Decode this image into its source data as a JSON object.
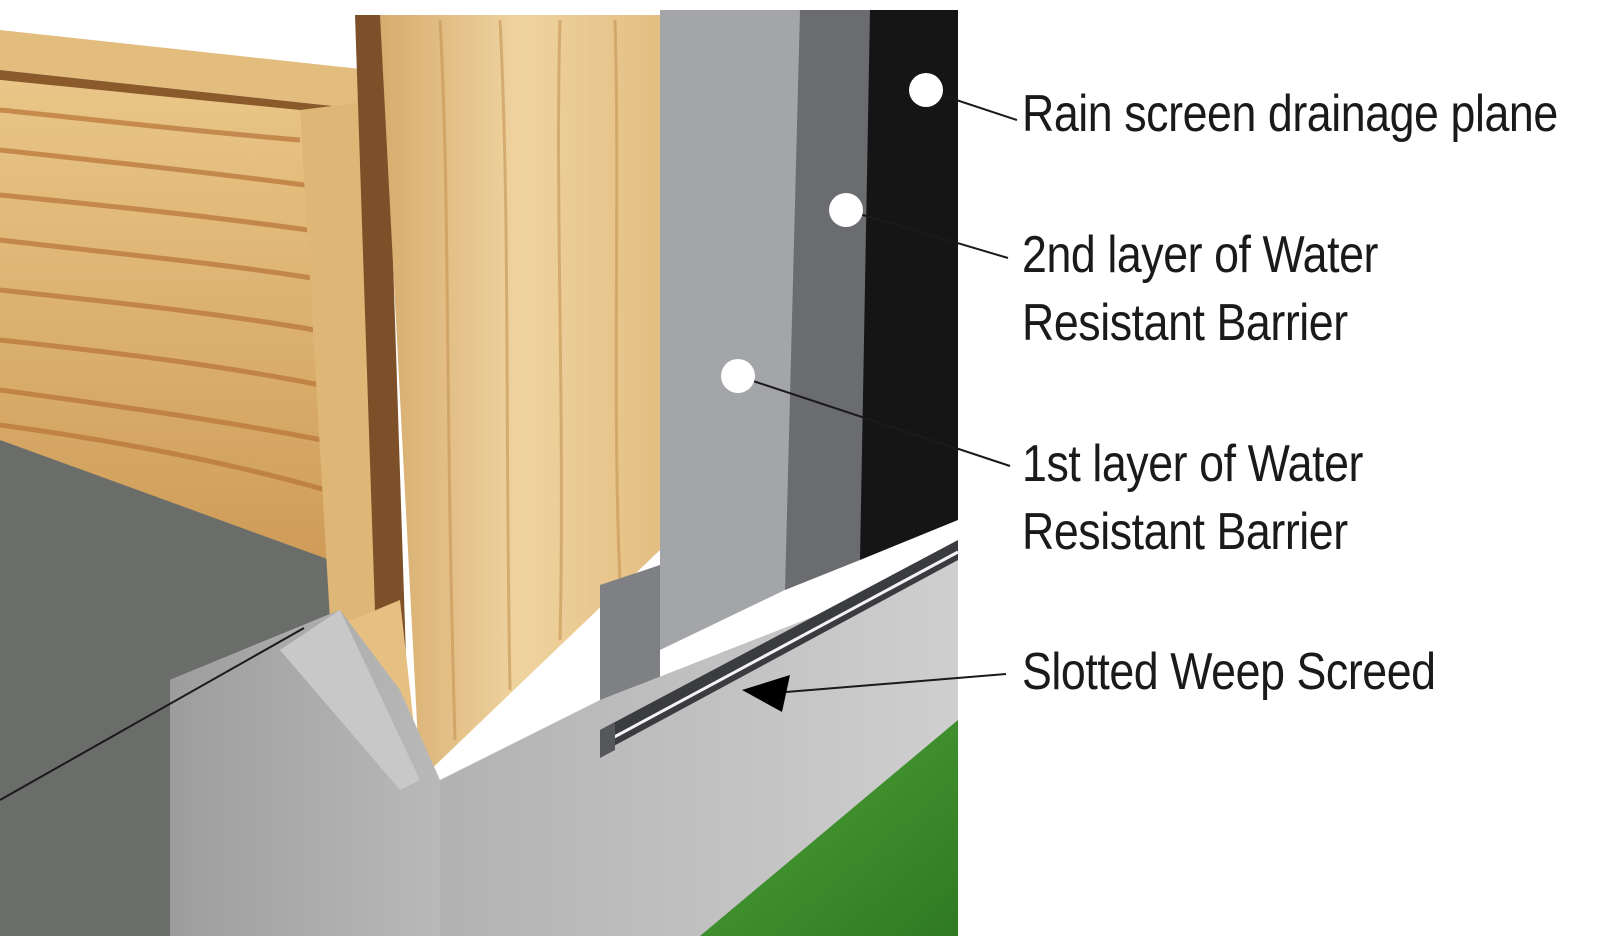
{
  "callouts": {
    "rain_screen": {
      "line1": "Rain screen drainage plane"
    },
    "wrb_second": {
      "line1": "2nd layer of Water",
      "line2": "Resistant Barrier"
    },
    "wrb_first": {
      "line1": "1st layer of Water",
      "line2": "Resistant Barrier"
    },
    "weep_screed": {
      "line1": "Slotted Weep Screed"
    }
  },
  "colors": {
    "wood": "#e7c48a",
    "wood_grain": "#c98f4c",
    "wrb_first": "#a3a5a8",
    "wrb_second": "#6a6c6f",
    "drainage_plane": "#151515",
    "concrete": "#bcbcbc",
    "grass": "#3e8e2c",
    "slab": "#6b6d6b"
  }
}
